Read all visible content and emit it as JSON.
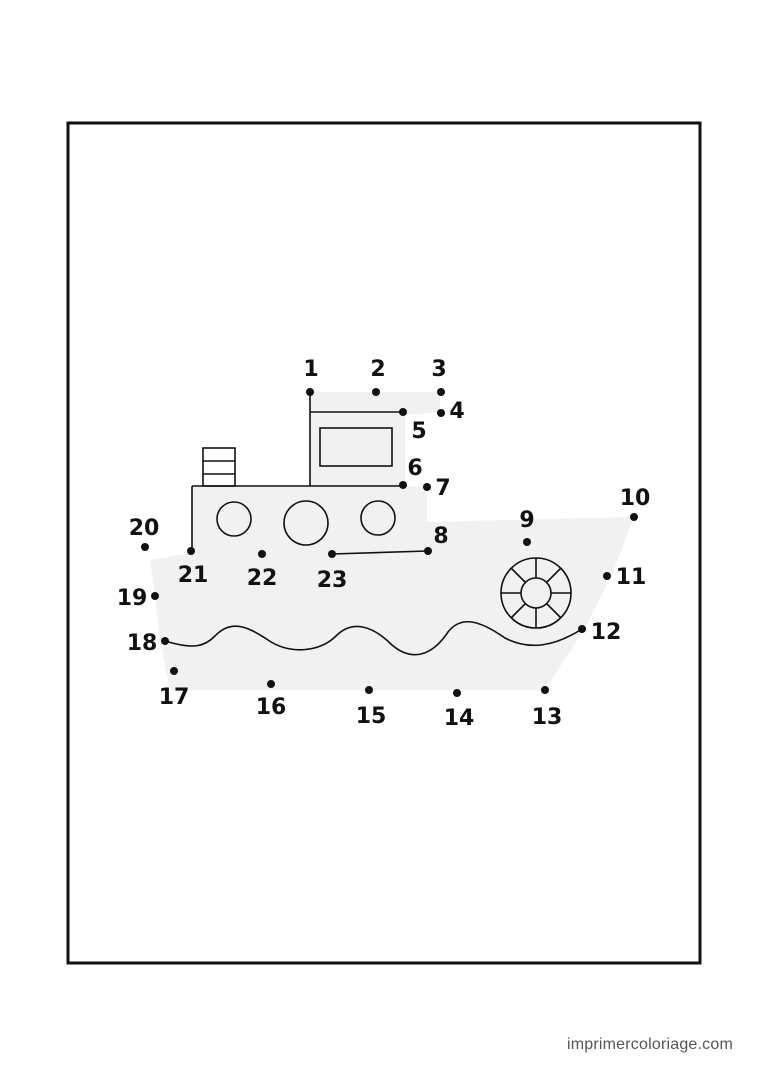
{
  "watermark": "imprimercoloriage.com",
  "dots": [
    {
      "n": "1"
    },
    {
      "n": "2"
    },
    {
      "n": "3"
    },
    {
      "n": "4"
    },
    {
      "n": "5"
    },
    {
      "n": "6"
    },
    {
      "n": "7"
    },
    {
      "n": "8"
    },
    {
      "n": "9"
    },
    {
      "n": "10"
    },
    {
      "n": "11"
    },
    {
      "n": "12"
    },
    {
      "n": "13"
    },
    {
      "n": "14"
    },
    {
      "n": "15"
    },
    {
      "n": "16"
    },
    {
      "n": "17"
    },
    {
      "n": "18"
    },
    {
      "n": "19"
    },
    {
      "n": "20"
    },
    {
      "n": "21"
    },
    {
      "n": "22"
    },
    {
      "n": "23"
    }
  ],
  "colors": {
    "ink": "#111111",
    "shade": "#f1f1f1",
    "watermark": "#555555"
  }
}
